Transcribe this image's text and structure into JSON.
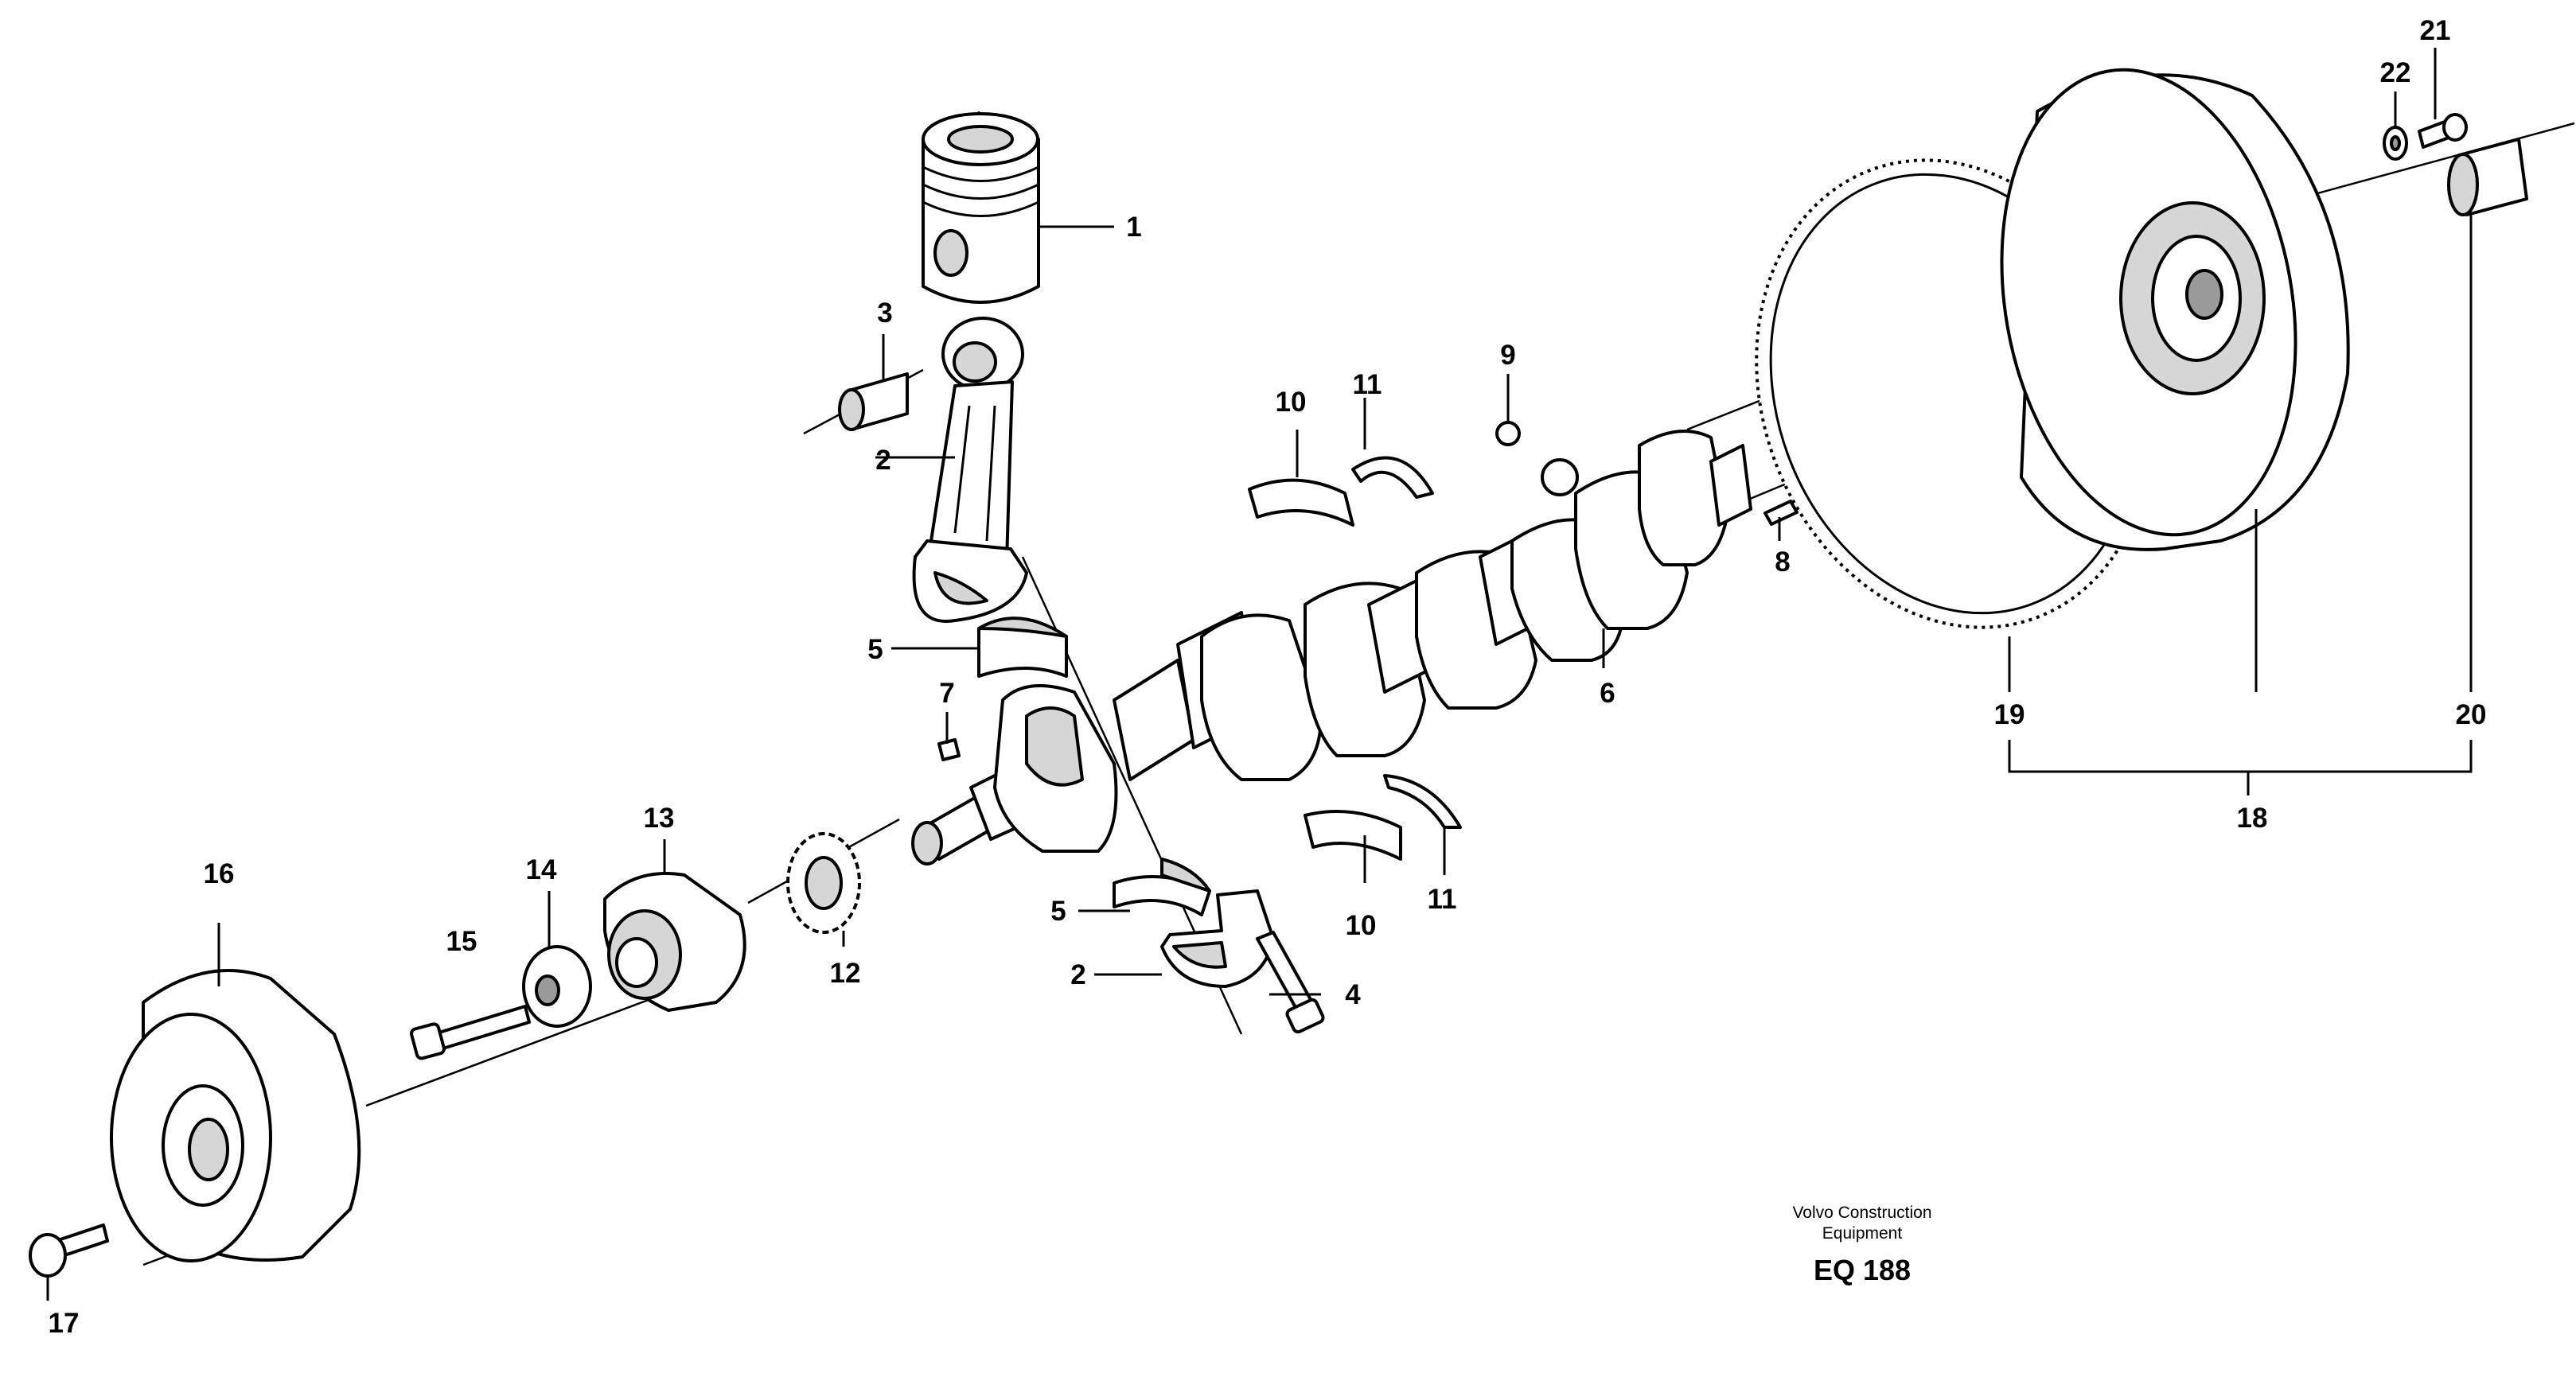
{
  "callouts": [
    "1",
    "2",
    "3",
    "2",
    "4",
    "5",
    "5",
    "6",
    "7",
    "8",
    "9",
    "10",
    "10",
    "11",
    "11",
    "12",
    "13",
    "14",
    "15",
    "16",
    "17",
    "18",
    "19",
    "20",
    "21",
    "22"
  ],
  "brand": {
    "line1": "Volvo Construction",
    "line2": "Equipment",
    "code": "EQ 188"
  }
}
